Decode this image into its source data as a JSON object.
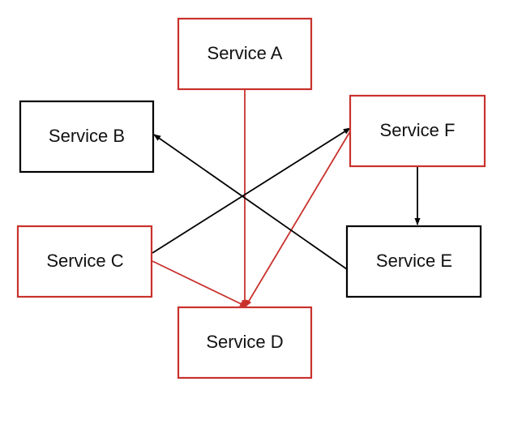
{
  "diagram": {
    "nodes": {
      "a": {
        "label": "Service A",
        "color": "#c8322d"
      },
      "b": {
        "label": "Service B",
        "color": "#000000"
      },
      "c": {
        "label": "Service C",
        "color": "#c8322d"
      },
      "d": {
        "label": "Service D",
        "color": "#c8322d"
      },
      "e": {
        "label": "Service E",
        "color": "#000000"
      },
      "f": {
        "label": "Service F",
        "color": "#c8322d"
      }
    },
    "edges": [
      {
        "from": "Service A",
        "to": "Service D",
        "color": "#c8322d"
      },
      {
        "from": "Service C",
        "to": "Service D",
        "color": "#c8322d"
      },
      {
        "from": "Service F",
        "to": "Service D",
        "color": "#c8322d"
      },
      {
        "from": "Service C",
        "to": "Service F",
        "color": "#000000"
      },
      {
        "from": "Service E",
        "to": "Service B",
        "color": "#000000"
      },
      {
        "from": "Service F",
        "to": "Service E",
        "color": "#000000"
      }
    ]
  }
}
